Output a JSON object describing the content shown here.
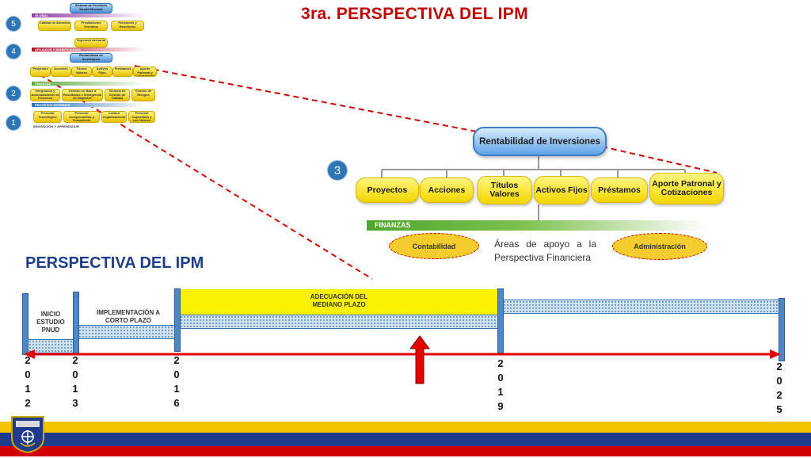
{
  "title": "3ra. PERSPECTIVA DEL IPM",
  "section_title": "PERSPECTIVA DEL IPM",
  "mini_map": {
    "levels": [
      "5",
      "4",
      "2",
      "1"
    ],
    "top_box": "Sistema de Previsión Social Eficiente",
    "strip_1": "GLOBAL",
    "row_1": [
      "Calidad de Atención",
      "Prestaciones Servicios",
      "Pensiones y Beneficios"
    ],
    "mid_box": "Superavit Actuarial",
    "strip_2": "AFILIADOS Y BENEFICIARIOS",
    "rent_box": "Rentabilidad de Inversiones",
    "row_2": [
      "Proyectos",
      "Acciones",
      "Títulos Valores",
      "Activos Fijos",
      "Préstamos",
      "Aporte Patronal y Cotizaciones"
    ],
    "strip_3": "FINANZAS",
    "row_3": [
      "Integración y Automatización de Procesos",
      "Gestión en Base a Resultados e Inteligencia de Negocios",
      "Sistema de Gestión de Calidad",
      "Gestión de Riesgos"
    ],
    "strip_4": "PROCESOS INTERNOS",
    "row_4": [
      "Personal Tecnológico",
      "Personal Comprometido y Competente",
      "Cultura Organizacional",
      "Personal Capacitado y con Valores"
    ],
    "strip_5": "INNOVACIÓN Y APRENDIZAJE"
  },
  "zoom": {
    "label": "3",
    "header": "Rentabilidad de Inversiones",
    "boxes": [
      "Proyectos",
      "Acciones",
      "Títulos Valores",
      "Activos Fijos",
      "Préstamos",
      "Aporte Patronal y Cotizaciones"
    ],
    "strip": "FINANZAS",
    "support_left": "Contabilidad",
    "support_right": "Administración",
    "areas_text": "Áreas de apoyo a la Perspectiva Financiera"
  },
  "timeline": {
    "phase_1": "INICIO ESTUDIO PNUD",
    "phase_2": "IMPLEMENTACIÓN A CORTO PLAZO",
    "phase_3": "ADECUACIÓN DEL MEDIANO PLAZO",
    "years": [
      "2012",
      "2013",
      "2016",
      "2019",
      "2025"
    ]
  },
  "colors": {
    "title": "#c00000",
    "section": "#1f3d8a",
    "arrow": "#e00000",
    "flag_yellow": "#f5c400",
    "flag_blue": "#1f3b8c",
    "flag_red": "#d00000"
  },
  "logo": "armed-forces-crest-logo"
}
